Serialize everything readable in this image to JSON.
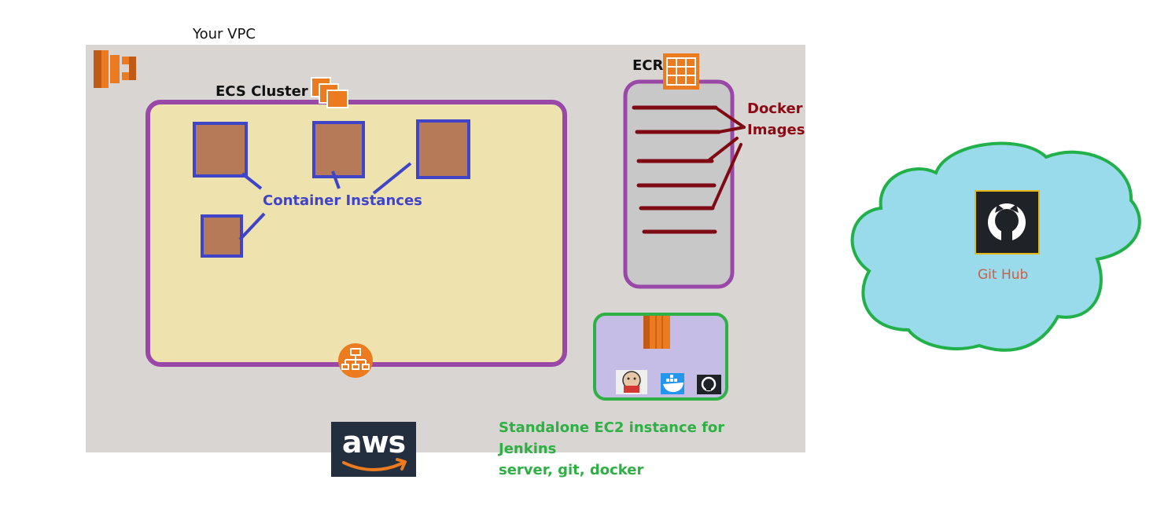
{
  "vpc": {
    "title": "Your VPC"
  },
  "ecs": {
    "title": "ECS Cluster",
    "container_label": "Container Instances"
  },
  "ecr": {
    "title": "ECR",
    "images_label_line1": "Docker",
    "images_label_line2": "Images"
  },
  "ec2": {
    "label_line1": "Standalone EC2 instance for Jenkins",
    "label_line2": "server, git, docker"
  },
  "github": {
    "label": "Git Hub"
  },
  "aws": {
    "logo_text": "aws"
  },
  "colors": {
    "vpc_bg": "#d9d5d3",
    "cluster_fill": "#eee2ae",
    "cluster_border": "#9a48a8",
    "instance_fill": "#b77a58",
    "instance_border": "#3f44c8",
    "ecr_fill": "#c8c8c8",
    "image_line": "#7e0a14",
    "ec2_fill": "#c5bde6",
    "ec2_border": "#2eb044",
    "cloud_fill": "#99dbea",
    "cloud_border": "#21b04a",
    "aws_orange": "#ec7b1f"
  },
  "icons": [
    "ecs-service-icon",
    "ecs-cluster-icon",
    "ecr-registry-icon",
    "load-balancer-icon",
    "ec2-instance-icon",
    "jenkins-icon",
    "docker-icon",
    "github-icon",
    "aws-logo"
  ]
}
